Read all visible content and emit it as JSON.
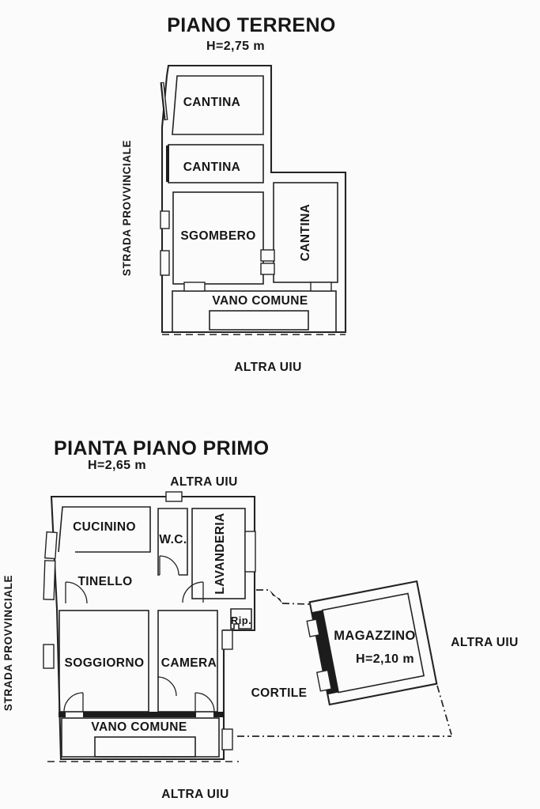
{
  "ground_floor": {
    "title": "PIANO TERRENO",
    "height_label": "H=2,75 m",
    "street_label": "STRADA PROVVINCIALE",
    "rooms": {
      "cantina_top": "CANTINA",
      "cantina_mid": "CANTINA",
      "sgombero": "SGOMBERO",
      "cantina_right": "CANTINA",
      "vano_comune": "VANO COMUNE"
    },
    "adjacent_label": "ALTRA UIU"
  },
  "first_floor": {
    "title": "PIANTA PIANO PRIMO",
    "height_label": "H=2,65 m",
    "street_label": "STRADA PROVVINCIALE",
    "top_adjacent_label": "ALTRA UIU",
    "rooms": {
      "cucinino": "CUCININO",
      "wc": "W.C.",
      "lavanderia": "LAVANDERIA",
      "tinello": "TINELLO",
      "soggiorno": "SOGGIORNO",
      "camera": "CAMERA",
      "rip": "Rip.",
      "vano_comune": "VANO COMUNE"
    },
    "courtyard_label": "CORTILE",
    "outbuilding": {
      "name": "MAGAZZINO",
      "height_label": "H=2,10 m"
    },
    "right_adjacent_label": "ALTRA UIU",
    "bottom_adjacent_label": "ALTRA UIU"
  }
}
